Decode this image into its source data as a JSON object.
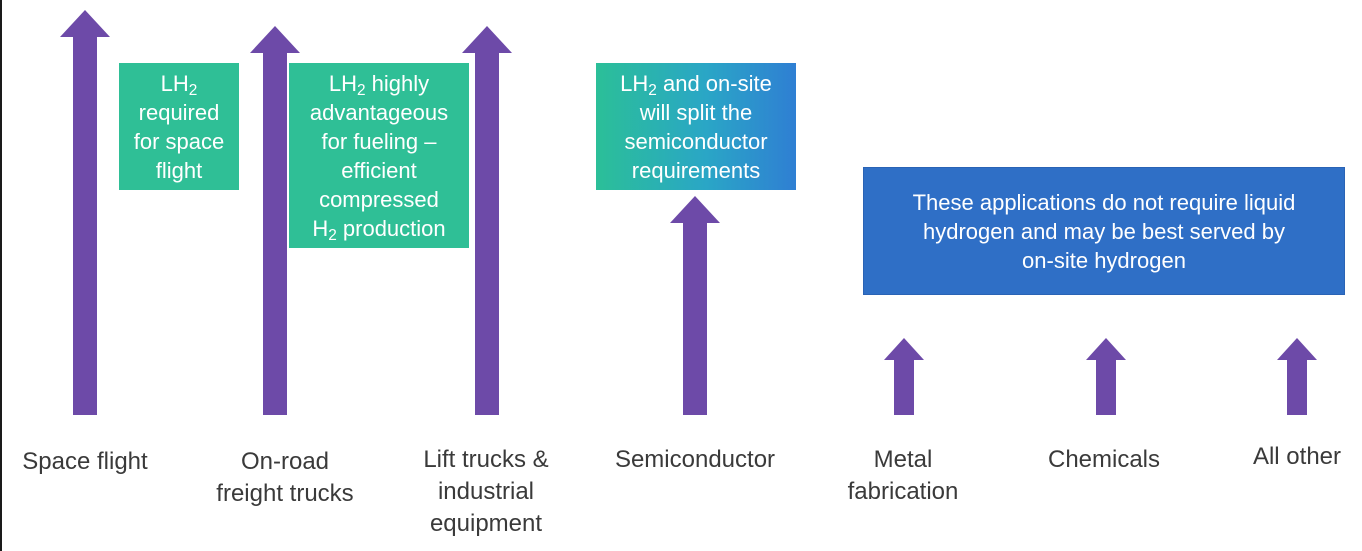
{
  "categories": [
    {
      "label": "Space flight",
      "level": 1.0
    },
    {
      "label": "On-road freight trucks",
      "level": 0.97
    },
    {
      "label": "Lift trucks & industrial equipment",
      "level": 0.97
    },
    {
      "label": "Semiconductor",
      "level": 0.55
    },
    {
      "label": "Metal fabrication",
      "level": 0.19
    },
    {
      "label": "Chemicals",
      "level": 0.19
    },
    {
      "label": "All other",
      "level": 0.19
    }
  ],
  "boxes": {
    "space": {
      "line1_pre": "LH",
      "line1_sub": "2",
      "line2": "required",
      "line3": "for space",
      "line4": "flight"
    },
    "fueling": {
      "line1_pre": "LH",
      "line1_sub": "2",
      "line1_post": " highly",
      "line2": "advantageous",
      "line3": "for fueling –",
      "line4": "efficient",
      "line5": "compressed",
      "line6_pre": "H",
      "line6_sub": "2",
      "line6_post": " production"
    },
    "semi": {
      "line1_pre": "LH",
      "line1_sub": "2",
      "line1_post": " and on-site",
      "line2": "will split the",
      "line3": "semiconductor",
      "line4": "requirements"
    },
    "onsite": {
      "line1": "These applications do not require liquid",
      "line2": "hydrogen and may be best served by",
      "line3": "on-site hydrogen"
    }
  },
  "labels": {
    "space_flight": [
      "Space flight"
    ],
    "freight": [
      "On-road",
      "freight trucks"
    ],
    "lift": [
      "Lift trucks &",
      "industrial",
      "equipment"
    ],
    "semiconductor": [
      "Semiconductor"
    ],
    "metal": [
      "Metal",
      "fabrication"
    ],
    "chemicals": [
      "Chemicals"
    ],
    "other": [
      "All other"
    ]
  },
  "colors": {
    "arrow": "#6d4aa8",
    "teal": "#2fbf96",
    "blue": "#2f6fc6",
    "text": "#3a3a3a"
  }
}
